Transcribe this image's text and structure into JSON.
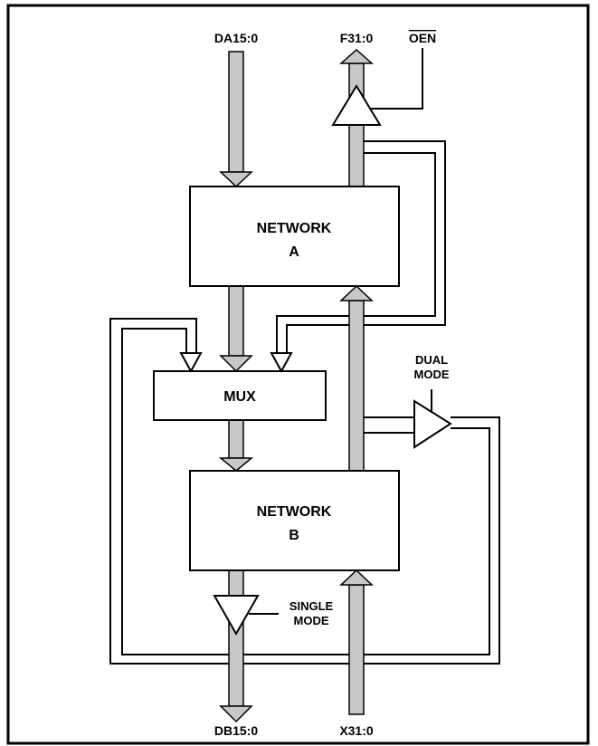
{
  "signals": {
    "da_in": "DA15:0",
    "f_out": "F31:0",
    "oen": "OEN",
    "db_out": "DB15:0",
    "x_in": "X31:0"
  },
  "blocks": {
    "network_a_line1": "NETWORK",
    "network_a_line2": "A",
    "mux": "MUX",
    "network_b_line1": "NETWORK",
    "network_b_line2": "B"
  },
  "modes": {
    "dual_line1": "DUAL",
    "dual_line2": "MODE",
    "single_line1": "SINGLE",
    "single_line2": "MODE"
  },
  "colors": {
    "bus_fill": "#c8c8c8",
    "line": "#000000",
    "background": "#ffffff"
  }
}
